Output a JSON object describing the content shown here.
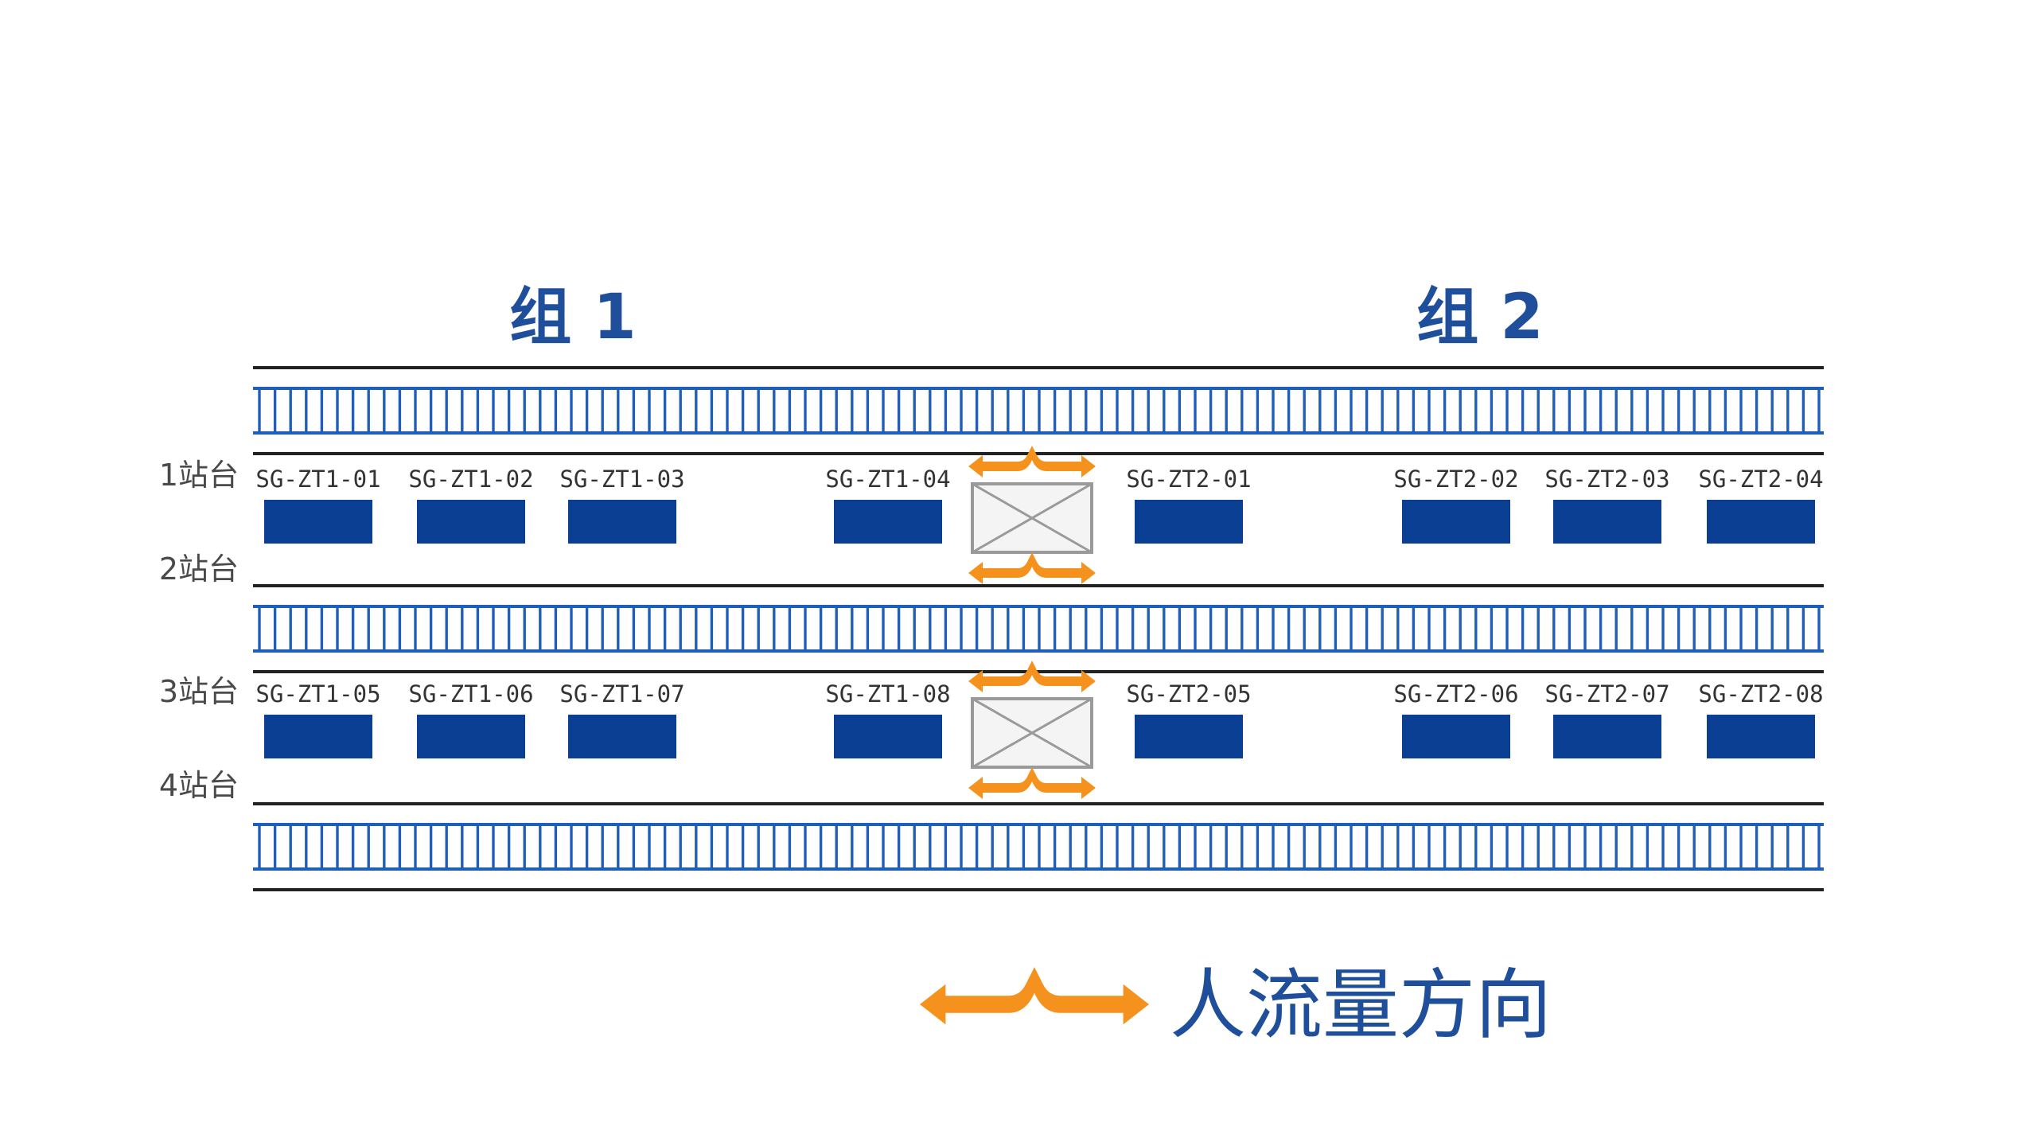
{
  "groups": [
    {
      "label": "组 1"
    },
    {
      "label": "组 2"
    }
  ],
  "platform_labels": [
    "1站台",
    "2站台",
    "3站台",
    "4站台"
  ],
  "rows": [
    {
      "gates": [
        "SG-ZT1-01",
        "SG-ZT1-02",
        "SG-ZT1-03",
        "SG-ZT1-04",
        "SG-ZT2-01",
        "SG-ZT2-02",
        "SG-ZT2-03",
        "SG-ZT2-04"
      ]
    },
    {
      "gates": [
        "SG-ZT1-05",
        "SG-ZT1-06",
        "SG-ZT1-07",
        "SG-ZT1-08",
        "SG-ZT2-05",
        "SG-ZT2-06",
        "SG-ZT2-07",
        "SG-ZT2-08"
      ]
    }
  ],
  "legend": {
    "label": "人流量方向"
  },
  "colors": {
    "gate_fill": "#0b3f94",
    "track": "#1f5fb8",
    "rail_line": "#222222",
    "arrow": "#f5921e",
    "group_text": "#1f4e9a",
    "stair_stroke": "#9a9a9a"
  },
  "icons": {
    "stairwell": "stairwell-icon",
    "flow_arrow": "bidirectional-arrow-icon"
  }
}
